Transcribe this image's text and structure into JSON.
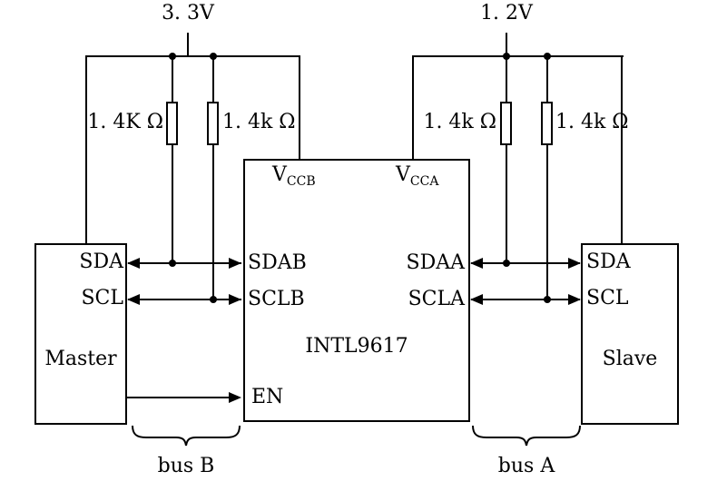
{
  "diagram": {
    "power": {
      "left": "3. 3V",
      "right": "1. 2V"
    },
    "resistors": {
      "r1": "1. 4K Ω",
      "r2": "1. 4k Ω",
      "r3": "1. 4k Ω",
      "r4": "1. 4k Ω"
    },
    "ic": {
      "name": "INTL9617",
      "vccb_base": "V",
      "vccb_sub": "CCB",
      "vcca_base": "V",
      "vcca_sub": "CCA",
      "pin_sdab": "SDAB",
      "pin_sclb": "SCLB",
      "pin_sdaa": "SDAA",
      "pin_scla": "SCLA",
      "pin_en": "EN"
    },
    "master": {
      "name": "Master",
      "pin_sda": "SDA",
      "pin_scl": "SCL"
    },
    "slave": {
      "name": "Slave",
      "pin_sda": "SDA",
      "pin_scl": "SCL"
    },
    "buses": {
      "left": "bus B",
      "right": "bus A"
    }
  },
  "colors": {
    "wire": "#000000",
    "background": "#ffffff",
    "text": "#000000"
  }
}
